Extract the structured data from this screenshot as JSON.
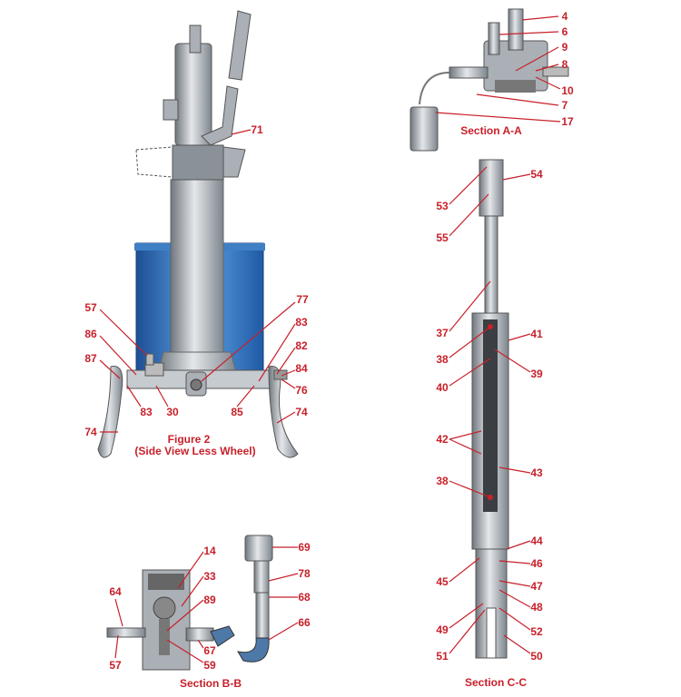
{
  "colors": {
    "label": "#c8202a",
    "metal": "#b9bfc6",
    "metal_dark": "#7d858d",
    "bucket": "#2e6fb8"
  },
  "figure2": {
    "title": "Figure  2",
    "subtitle": "(Side View Less Wheel)",
    "labels": [
      "71",
      "57",
      "77",
      "86",
      "83",
      "82",
      "87",
      "84",
      "76",
      "83",
      "30",
      "85",
      "74",
      "74"
    ]
  },
  "section_aa": {
    "title": "Section  A-A",
    "labels": [
      "4",
      "6",
      "9",
      "8",
      "10",
      "7",
      "17"
    ]
  },
  "section_bb": {
    "title": "Section  B-B",
    "labels": [
      "14",
      "33",
      "64",
      "89",
      "69",
      "78",
      "68",
      "66",
      "67",
      "57",
      "59"
    ]
  },
  "section_cc": {
    "title": "Section  C-C",
    "labels": [
      "54",
      "53",
      "55",
      "37",
      "41",
      "38",
      "39",
      "40",
      "42",
      "43",
      "38",
      "44",
      "46",
      "45",
      "47",
      "48",
      "49",
      "52",
      "51",
      "50"
    ]
  }
}
